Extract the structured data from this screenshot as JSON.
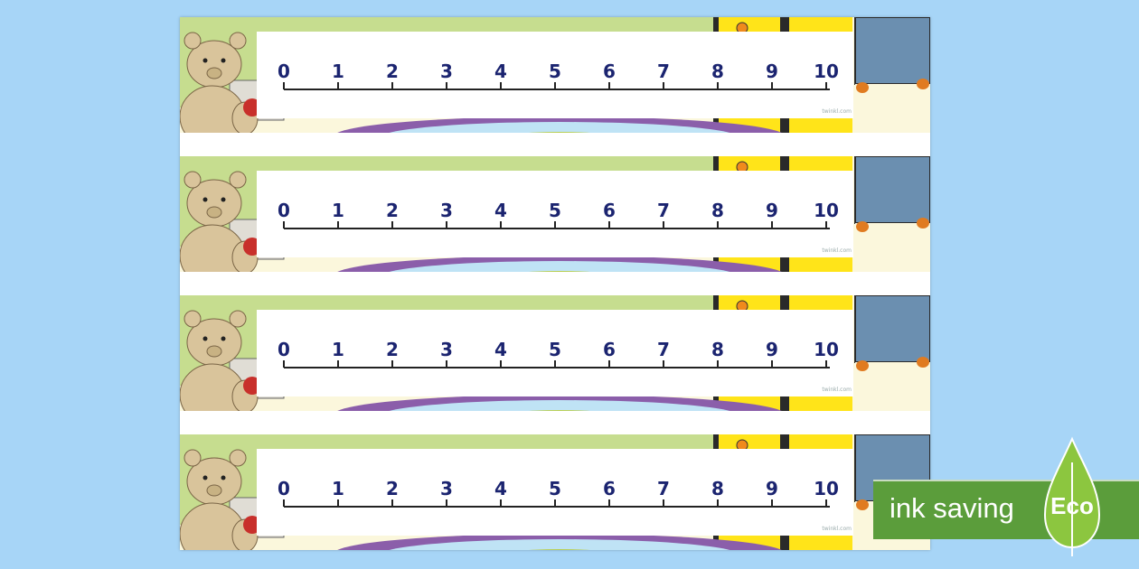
{
  "number_line": {
    "numbers": [
      "0",
      "1",
      "2",
      "3",
      "4",
      "5",
      "6",
      "7",
      "8",
      "9",
      "10"
    ],
    "credit": "twinkl.com"
  },
  "strips": [
    {
      "id": "strip-1"
    },
    {
      "id": "strip-2"
    },
    {
      "id": "strip-3"
    },
    {
      "id": "strip-4"
    }
  ],
  "badge": {
    "label": "ink saving",
    "leaf_label": "Eco"
  },
  "colors": {
    "background": "#a7d5f7",
    "number": "#1b2470",
    "badge_green": "#5b9d3b",
    "leaf_green": "#8cc63f",
    "wall_green": "#c6dd8f",
    "cupboard_yellow": "#ffe419",
    "blue_box": "#6b8fb0",
    "bear": "#d9c49b",
    "rug_purple": "#8b5eaa"
  }
}
